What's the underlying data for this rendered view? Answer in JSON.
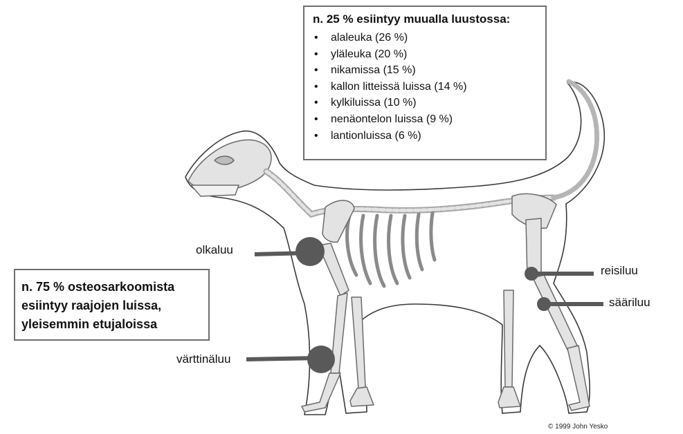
{
  "top_box": {
    "title": "n. 25 % esiintyy muualla luustossa:",
    "bullet": "•",
    "items": [
      {
        "label": "alaleuka (26 %)"
      },
      {
        "label": "yläleuka (20 %)"
      },
      {
        "label": "nikamissa (15 %)"
      },
      {
        "label": "kallon litteissä luissa (14 %)"
      },
      {
        "label": "kylkiluissa (10 %)"
      },
      {
        "label": "nenäontelon luissa (9 %)"
      },
      {
        "label": "lantionluissa (6 %)"
      }
    ]
  },
  "left_box": {
    "line1": "n. 75 % osteosarkoomista",
    "line2": "esiintyy raajojen luissa,",
    "line3": "yleisemmin etujaloissa"
  },
  "bone_labels": {
    "olkaluu": "olkaluu",
    "varttinaluu": "värttinäluu",
    "reisiluu": "reisiluu",
    "saariluu": "sääriluu"
  },
  "credit": "© 1999 John Yesko",
  "colors": {
    "marker": "#595959",
    "bone_fill": "#e3e3e3",
    "bone_stroke": "#6a6a6a",
    "outline": "#3a3a3a"
  }
}
